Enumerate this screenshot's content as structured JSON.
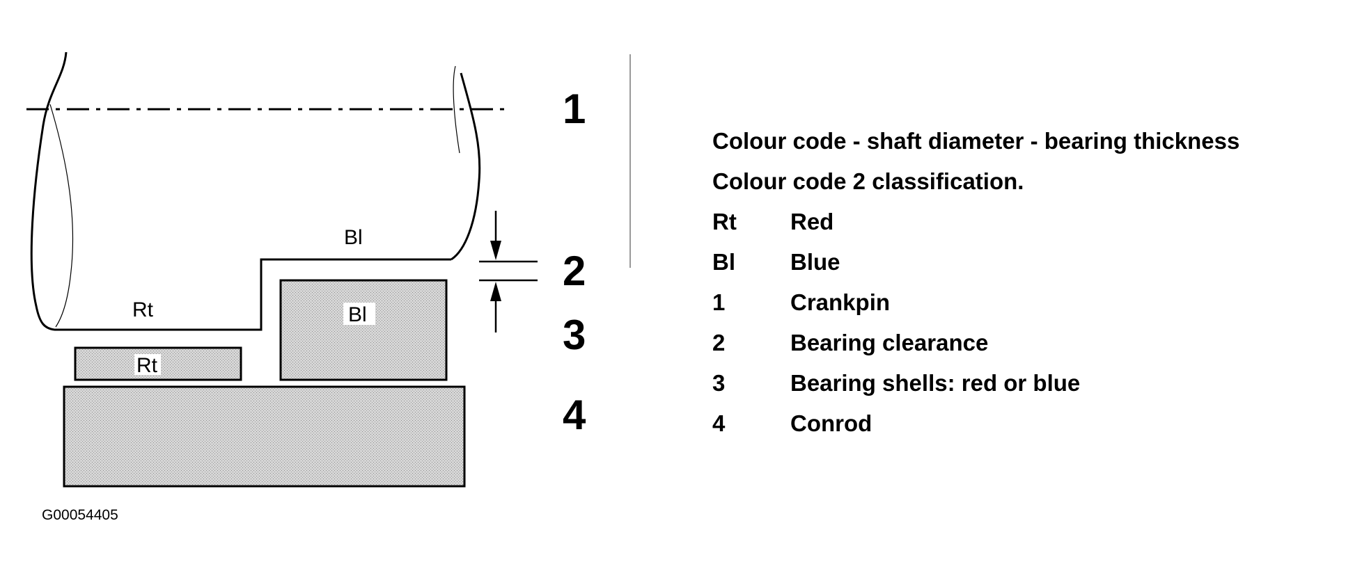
{
  "diagram": {
    "shaft_step_labels": {
      "upper": "Bl",
      "lower": "Rt"
    },
    "shell_labels": {
      "small": "Rt",
      "large": "Bl"
    },
    "callouts": [
      "1",
      "2",
      "3",
      "4"
    ],
    "figure_id": "G00054405"
  },
  "legend": {
    "title": "Colour code - shaft diameter - bearing thickness",
    "subtitle": "Colour code 2 classification.",
    "items": [
      {
        "key": "Rt",
        "text": "Red"
      },
      {
        "key": "Bl",
        "text": "Blue"
      },
      {
        "key": "1",
        "text": "Crankpin"
      },
      {
        "key": "2",
        "text": "Bearing clearance"
      },
      {
        "key": "3",
        "text": "Bearing shells: red or blue"
      },
      {
        "key": "4",
        "text": "Conrod"
      }
    ]
  },
  "colors": {
    "shell_fill": "#c9c9c9",
    "line": "#000000",
    "background": "#ffffff"
  }
}
